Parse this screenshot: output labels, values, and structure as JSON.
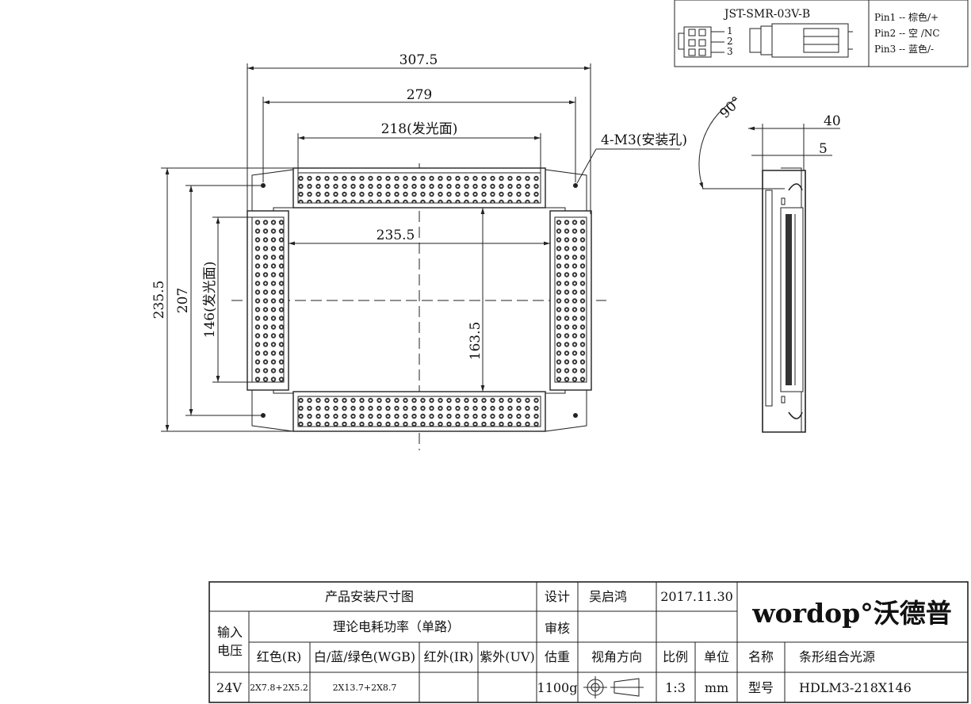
{
  "dims": {
    "outer_width": "307.5",
    "mount_width": "279",
    "emit_width": "218(发光面)",
    "mount_hole": "4-M3(安装孔)",
    "inner_width": "235.5",
    "outer_height": "235.5",
    "mount_height": "207",
    "emit_height": "146(发光面)",
    "inner_height": "163.5",
    "angle": "90°",
    "side_40": "40",
    "side_5": "5"
  },
  "connector": {
    "model": "JST-SMR-03V-B",
    "pin_numbers": [
      "1",
      "2",
      "3"
    ],
    "pins": [
      "Pin1 -- 棕色/+",
      "Pin2 -- 空 /NC",
      "Pin3 -- 蓝色/-"
    ]
  },
  "title_block": {
    "drawing_title": "产品安装尺寸图",
    "design_label": "设计",
    "designer": "吴启鸿",
    "date": "2017.11.30",
    "review_label": "审核",
    "power_label": "理论电耗功率（单路）",
    "input_label_1": "输入",
    "input_label_2": "电压",
    "col_red": "红色(R)",
    "col_wgb": "白/蓝/绿色(WGB)",
    "col_ir": "红外(IR)",
    "col_uv": "紫外(UV)",
    "weight_label": "估重",
    "view_label": "视角方向",
    "scale_label": "比例",
    "unit_label": "单位",
    "name_label": "名称",
    "name_value": "条形组合光源",
    "voltage": "24V",
    "red_value": "2X7.8+2X5.2",
    "wgb_value": "2X13.7+2X8.7",
    "weight_value": "1100g",
    "scale_value": "1:3",
    "unit_value": "mm",
    "model_label": "型号",
    "model_value": "HDLM3-218X146",
    "logo_text": "wordop°沃德普"
  }
}
